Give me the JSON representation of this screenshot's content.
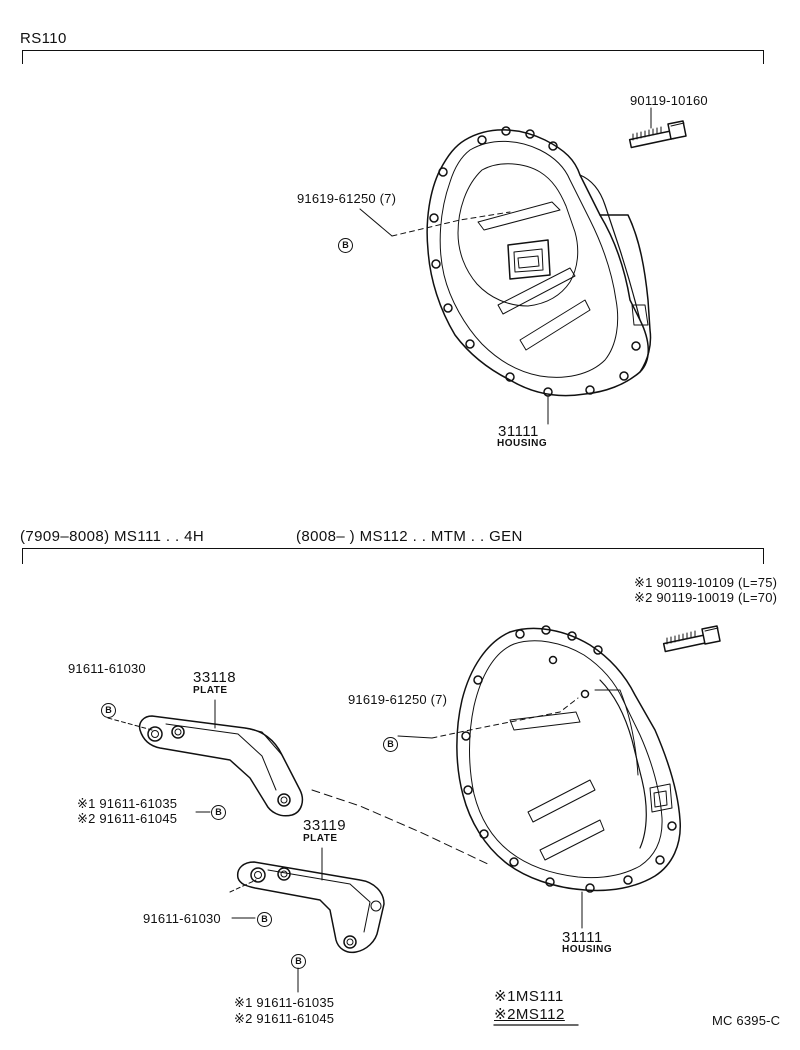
{
  "section1": {
    "title": "RS110",
    "bolt_part": "90119-10160",
    "clip_part": "91619-61250 (7)",
    "clip_mark": "B",
    "housing_number": "31111",
    "housing_name": "HOUSING"
  },
  "section2": {
    "title_left": "(7909–8008) MS111 . . 4H",
    "title_right": "(8008–         ) MS112 . . MTM . . GEN",
    "bolt_part_1": "※1 90119-10109 (L=75)",
    "bolt_part_2": "※2 90119-10019 (L=70)",
    "clip_part": "91619-61250 (7)",
    "clip_mark": "B",
    "housing_number": "31111",
    "housing_name": "HOUSING",
    "plate1_number": "33118",
    "plate1_name": "PLATE",
    "plate1_bolt": "91611-61030",
    "plate1_bolt_mark": "B",
    "plate1_alt_1": "※1 91611-61035",
    "plate1_alt_2": "※2 91611-61045",
    "plate1_alt_mark": "B",
    "plate2_number": "33119",
    "plate2_name": "PLATE",
    "plate2_bolt": "91611-61030",
    "plate2_bolt_mark": "B",
    "plate2_mark": "B",
    "plate2_alt_1": "※1 91611-61035",
    "plate2_alt_2": "※2 91611-61045",
    "legend_1": "※1MS111",
    "legend_2": "※2MS112"
  },
  "footer_code": "MC  6395-C"
}
